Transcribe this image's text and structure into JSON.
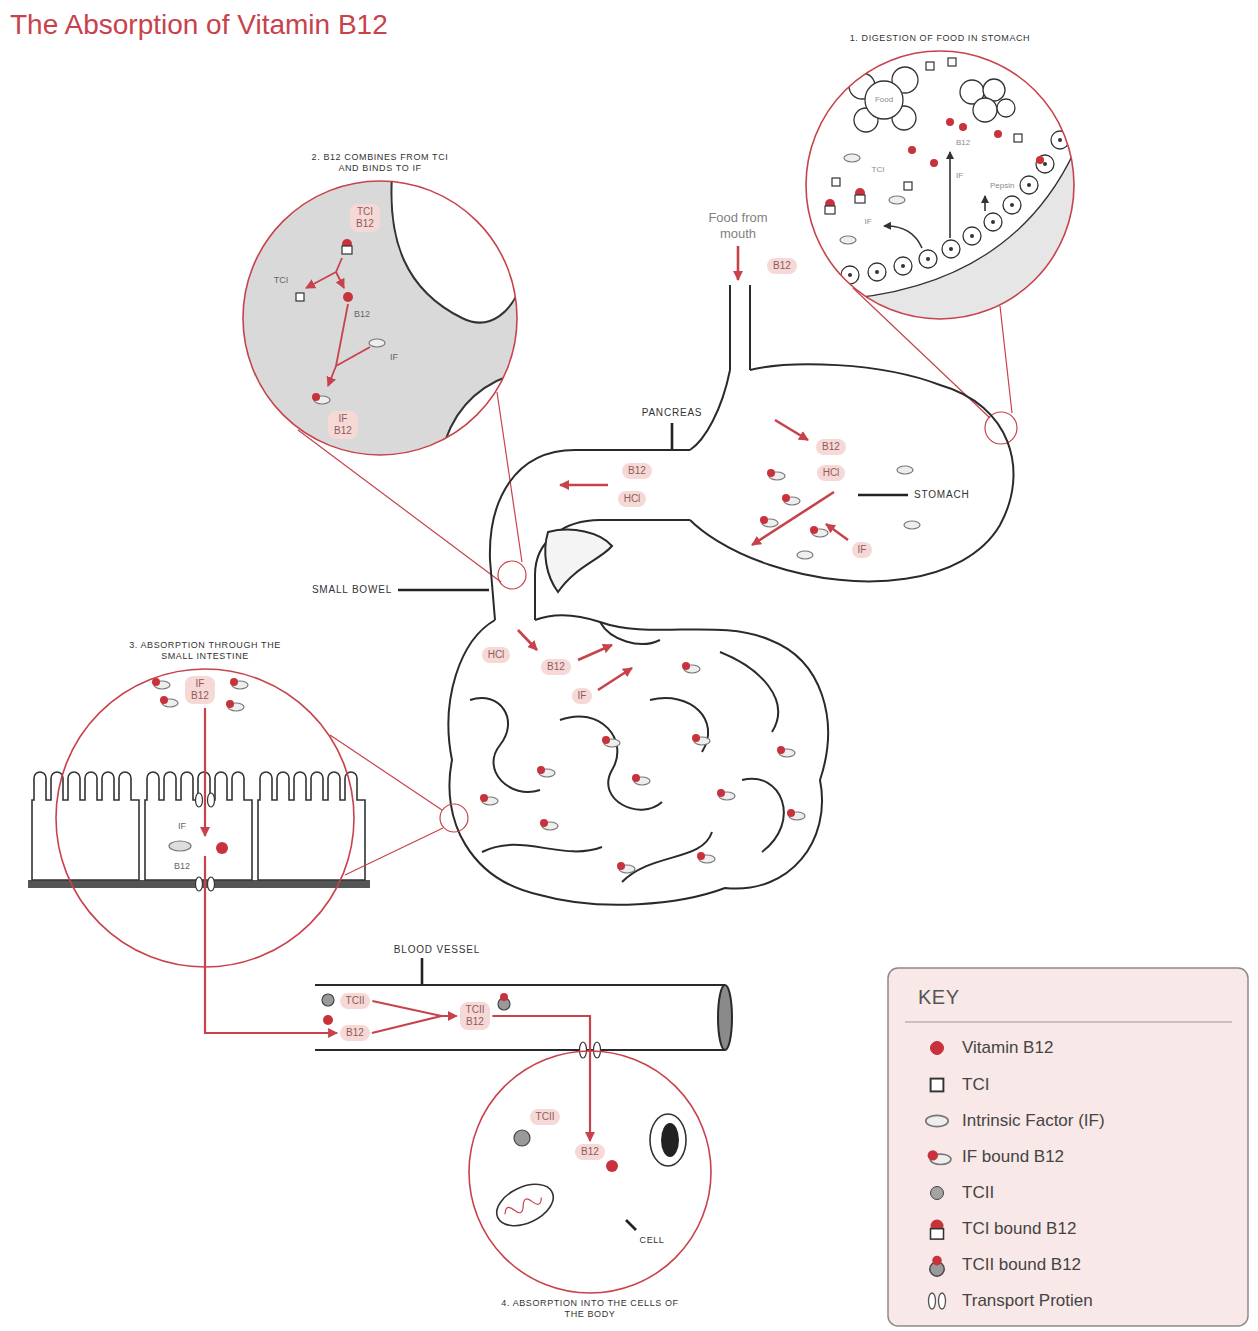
{
  "diagram": {
    "title": "The Absorption of Vitamin B12",
    "nodes": [
      {
        "text": [
          "1. DIGESTION OF FOOD IN STOMACH"
        ]
      },
      {
        "text": [
          "2. B12 COMBINES FROM TCI AND BINDS TO IF"
        ]
      },
      {
        "text": [
          "TCI B12"
        ],
        "in": 1
      },
      {
        "text": [
          "IF B12"
        ],
        "in": 1
      },
      {
        "text": [
          "B12"
        ]
      },
      {
        "text": [
          "B12"
        ]
      },
      {
        "text": [
          "HCl"
        ]
      },
      {
        "text": [
          "IF"
        ]
      },
      {
        "text": [
          "B12"
        ]
      },
      {
        "text": [
          "HCl"
        ]
      },
      {
        "text": [
          "HCl"
        ]
      },
      {
        "text": [
          "B12"
        ]
      },
      {
        "text": [
          "IF"
        ]
      },
      {
        "text": [
          "3. ABSORPTION THROUGH THE SMALL INTESTINE"
        ]
      },
      {
        "text": [
          "IF B12"
        ],
        "in": 13
      },
      {
        "text": [
          "TCII"
        ]
      },
      {
        "text": [
          "B12"
        ]
      },
      {
        "text": [
          "TCII B12"
        ]
      },
      {
        "text": [
          "4. ABSORPTION INTO THE CELLS OF THE BODY"
        ]
      },
      {
        "text": [
          "TCII"
        ],
        "in": 18
      },
      {
        "text": [
          "B12"
        ],
        "in": 18
      }
    ],
    "edges": [
      {
        "from": 13,
        "to": 16,
        "arrow": "to"
      },
      {
        "from": 15,
        "to": 17,
        "arrow": "to"
      },
      {
        "from": 16,
        "to": 17,
        "arrow": "to"
      },
      {
        "from": 17,
        "to": 20,
        "arrow": "to"
      }
    ],
    "labels": [
      "Food from mouth",
      "PANCREAS",
      "STOMACH",
      "SMALL BOWEL",
      "BLOOD VESSEL",
      "CELL",
      "KEY",
      "Food",
      "TCI",
      "B12",
      "IF",
      "Pepsin",
      "IF",
      "TCI",
      "B12",
      "IF",
      "IF",
      "B12"
    ],
    "legend": [
      {
        "text": "Vitamin B12",
        "color": "#c8323c"
      },
      {
        "text": "TCI"
      },
      {
        "text": "Intrinsic Factor (IF)"
      },
      {
        "text": "IF bound B12"
      },
      {
        "text": "TCII",
        "color": "#a3a3a3"
      },
      {
        "text": "TCI bound B12"
      },
      {
        "text": "TCII bound B12"
      },
      {
        "text": "Transport Protien"
      }
    ]
  }
}
